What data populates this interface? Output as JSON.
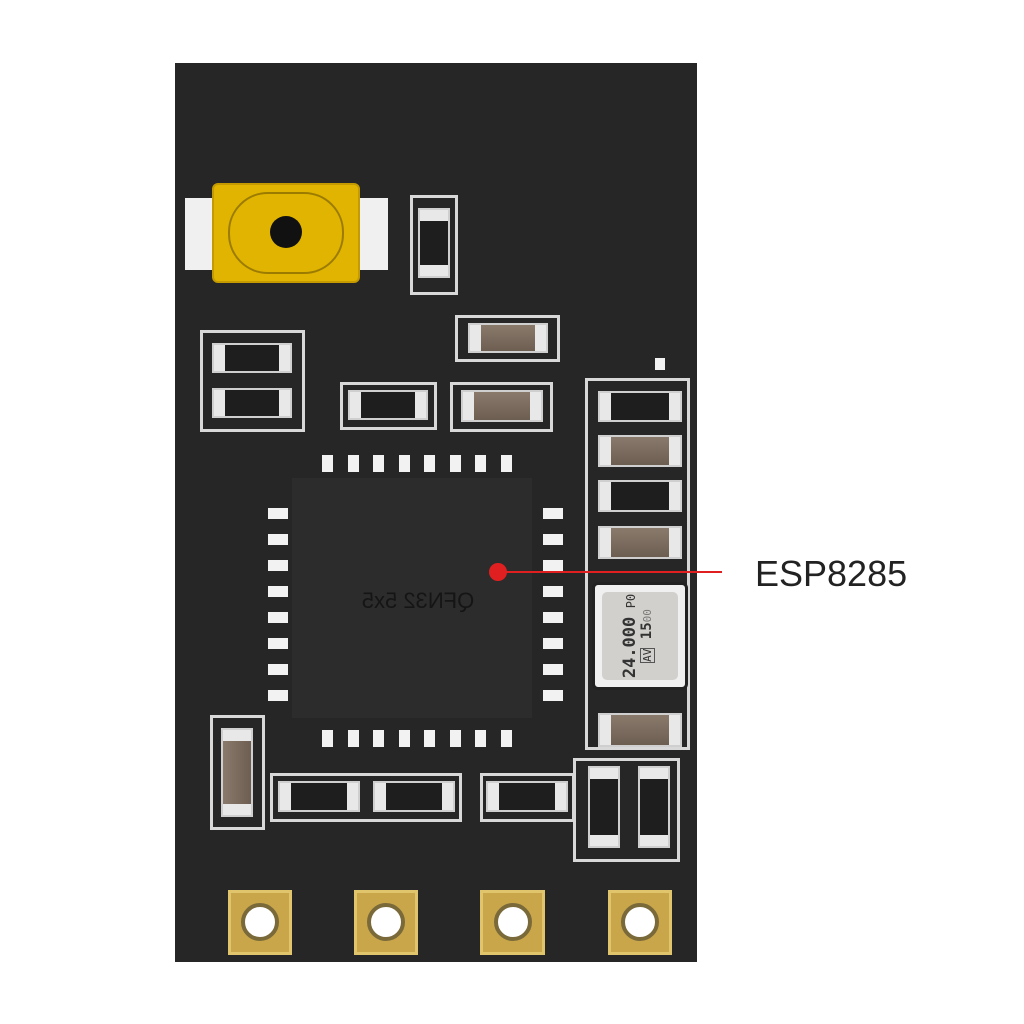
{
  "module": {
    "chip_marking": "QFN32 5x5",
    "crystal": {
      "frequency": "24.000",
      "line2": "15",
      "code_top": "P0",
      "code_bottom": "00",
      "logo": "AV"
    },
    "callout_label": "ESP8285",
    "colors": {
      "board": "#262626",
      "callout": "#e02020",
      "gold_pad": "#c9a64a",
      "button": "#e0b400"
    }
  }
}
